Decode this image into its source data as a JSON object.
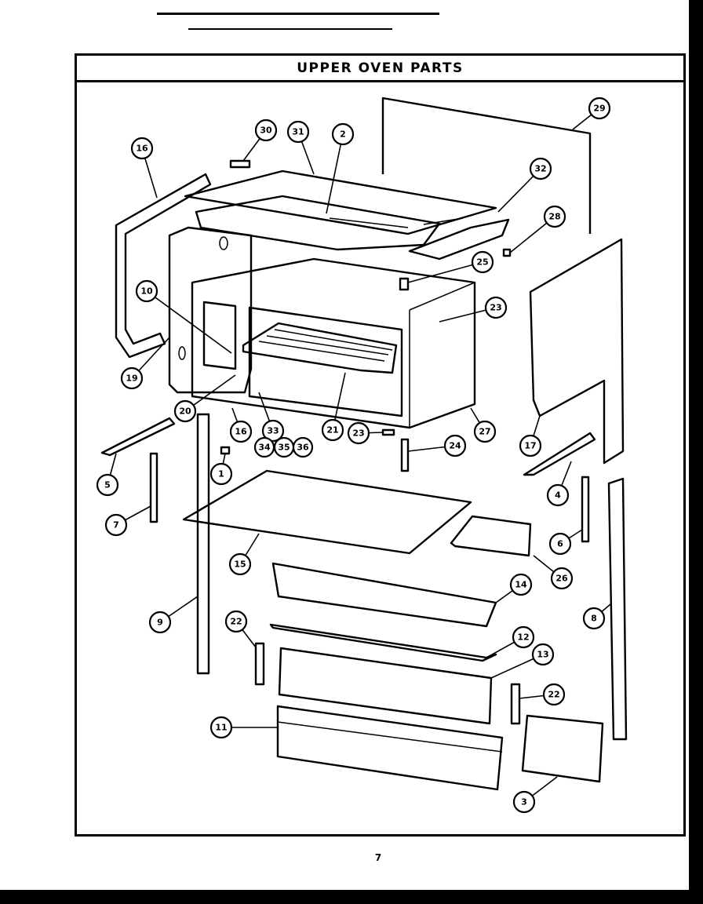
{
  "title": "UPPER OVEN PARTS",
  "page_number": "7",
  "callouts": [
    "1",
    "2",
    "3",
    "4",
    "5",
    "6",
    "7",
    "8",
    "9",
    "10",
    "11",
    "12",
    "13",
    "14",
    "15",
    "16",
    "16",
    "17",
    "19",
    "20",
    "21",
    "22",
    "22",
    "23",
    "23",
    "24",
    "25",
    "26",
    "27",
    "28",
    "29",
    "30",
    "31",
    "32",
    "33",
    "34",
    "35",
    "36"
  ]
}
